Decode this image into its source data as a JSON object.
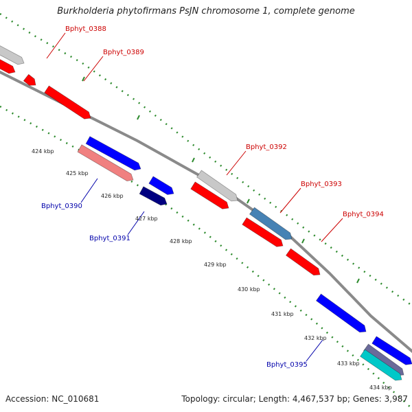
{
  "title": "Burkholderia phytofirmans PsJN chromosome 1, complete genome",
  "footer": {
    "accession": "Accession: NC_010681",
    "summary": "Topology: circular; Length: 4,467,537 bp; Genes: 3,987"
  },
  "colors": {
    "backbone": "#8a8a8a",
    "tick": "#2e8b2e",
    "label_red": "#cc0000",
    "label_blue": "#0000aa",
    "gene_red": "#ff0000",
    "gene_blue": "#0000ff",
    "gene_grey": "#c8c8c8",
    "gene_pink": "#f08080",
    "gene_navy": "#000080",
    "gene_steel": "#4682b4",
    "gene_cyan": "#00c8c8",
    "gene_slate": "#6a6a9a"
  },
  "ticks": [
    {
      "label": "424 kbp"
    },
    {
      "label": "425 kbp"
    },
    {
      "label": "426 kbp"
    },
    {
      "label": "427 kbp"
    },
    {
      "label": "428 kbp"
    },
    {
      "label": "429 kbp"
    },
    {
      "label": "430 kbp"
    },
    {
      "label": "431 kbp"
    },
    {
      "label": "432 kbp"
    },
    {
      "label": "433 kbp"
    },
    {
      "label": "434 kbp"
    }
  ],
  "gene_labels": [
    {
      "text": "Bphyt_0388",
      "strand": "forward"
    },
    {
      "text": "Bphyt_0389",
      "strand": "forward"
    },
    {
      "text": "Bphyt_0390",
      "strand": "reverse"
    },
    {
      "text": "Bphyt_0391",
      "strand": "reverse"
    },
    {
      "text": "Bphyt_0392",
      "strand": "forward"
    },
    {
      "text": "Bphyt_0393",
      "strand": "forward"
    },
    {
      "text": "Bphyt_0394",
      "strand": "forward"
    },
    {
      "text": "Bphyt_0395",
      "strand": "reverse"
    }
  ]
}
